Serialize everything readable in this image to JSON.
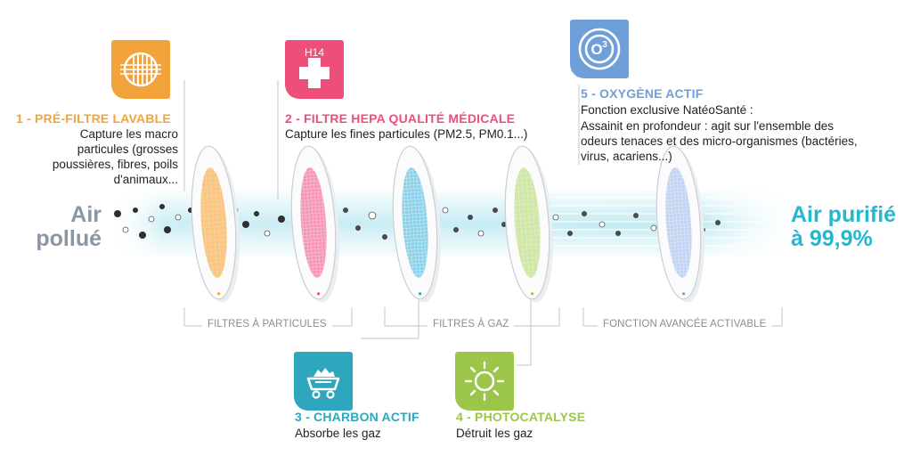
{
  "input_label": [
    "Air",
    "pollué"
  ],
  "output_label": [
    "Air purifié",
    "à 99,9%"
  ],
  "stages": [
    {
      "id": "pre-filtre",
      "title": "1 - PRÉ-FILTRE LAVABLE",
      "description": [
        "Capture les macro",
        "particules (grosses",
        "poussières, fibres, poils",
        "d'animaux..."
      ],
      "color": "#f2a43b",
      "icon": "grid-filter-icon"
    },
    {
      "id": "hepa",
      "title": "2 - FILTRE HEPA QUALITÉ MÉDICALE",
      "description": [
        "Capture les fines particules (PM2.5, PM0.1...)"
      ],
      "badge_text": "H14",
      "color": "#ec4f79",
      "icon": "medical-cross-icon"
    },
    {
      "id": "charbon",
      "title": "3 - CHARBON ACTIF",
      "description": [
        "Absorbe les gaz"
      ],
      "color": "#2ea6bd",
      "icon": "coal-cart-icon"
    },
    {
      "id": "photocatalyse",
      "title": "4 - PHOTOCATALYSE",
      "description": [
        "Détruit les gaz"
      ],
      "color": "#9cc64a",
      "icon": "sun-icon"
    },
    {
      "id": "oxygene",
      "title": "5 - OXYGÈNE ACTIF",
      "subtitle": "Fonction exclusive NatéoSanté :",
      "description": [
        "Assainit en profondeur : agit sur l'ensemble des",
        "odeurs tenaces et des micro-organismes (bactéries,",
        "virus, acariens...)"
      ],
      "badge_text": "O",
      "badge_sup": "3",
      "color": "#6e9fd9",
      "icon": "ozone-icon"
    }
  ],
  "groups": [
    "FILTRES À PARTICULES",
    "FILTRES À GAZ",
    "FONCTION AVANCÉE ACTIVABLE"
  ],
  "colors": {
    "stream": "#bfe9f2",
    "input_text": "#8b96a3",
    "output_text": "#27b6cf",
    "grey_line": "#c4c4c4"
  }
}
